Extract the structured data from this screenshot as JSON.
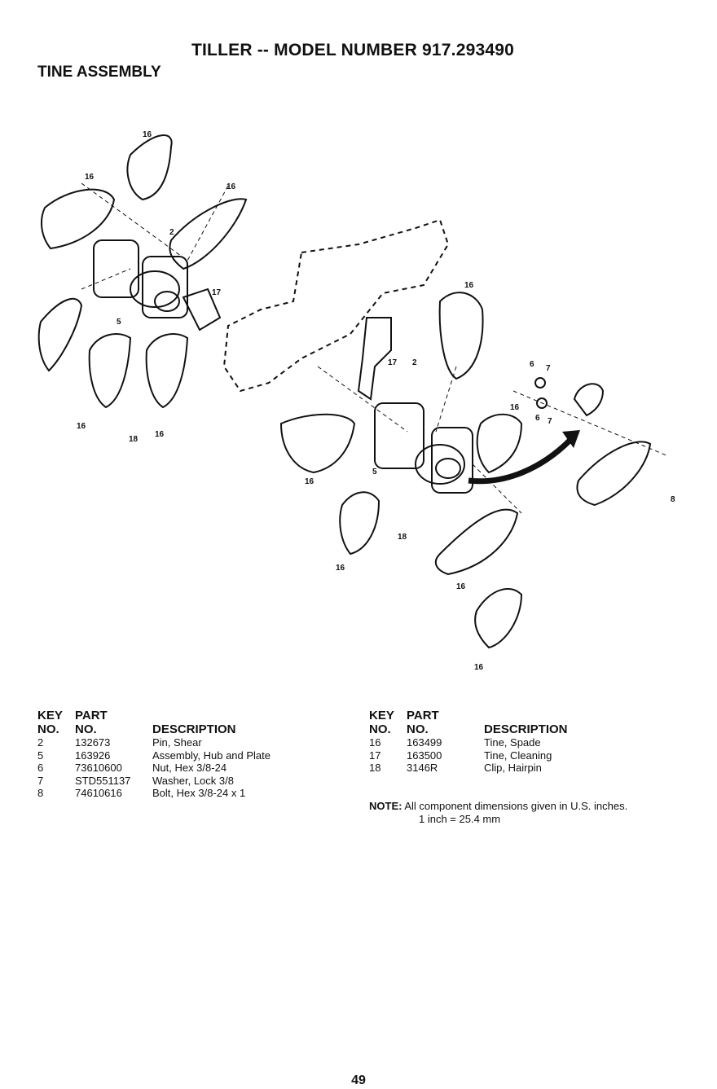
{
  "header": {
    "title": "TILLER -- MODEL NUMBER 917.293490",
    "subtitle": "TINE ASSEMBLY"
  },
  "diagram": {
    "callouts": [
      "16",
      "17",
      "2",
      "5",
      "18",
      "6",
      "7",
      "8"
    ]
  },
  "parts_table_left": {
    "headers": {
      "key_line1": "KEY",
      "key_line2": "NO.",
      "part_line1": "PART",
      "part_line2": "NO.",
      "description": "DESCRIPTION"
    },
    "rows": [
      {
        "key": "2",
        "part": "132673",
        "description": "Pin, Shear"
      },
      {
        "key": "5",
        "part": "163926",
        "description": "Assembly, Hub and Plate"
      },
      {
        "key": "6",
        "part": "73610600",
        "description": "Nut, Hex 3/8-24"
      },
      {
        "key": "7",
        "part": "STD551137",
        "description": "Washer, Lock 3/8"
      },
      {
        "key": "8",
        "part": "74610616",
        "description": "Bolt, Hex 3/8-24 x 1"
      }
    ]
  },
  "parts_table_right": {
    "headers": {
      "key_line1": "KEY",
      "key_line2": "NO.",
      "part_line1": "PART",
      "part_line2": "NO.",
      "description": "DESCRIPTION"
    },
    "rows": [
      {
        "key": "16",
        "part": "163499",
        "description": "Tine, Spade"
      },
      {
        "key": "17",
        "part": "163500",
        "description": "Tine, Cleaning"
      },
      {
        "key": "18",
        "part": "3146R",
        "description": "Clip, Hairpin"
      }
    ]
  },
  "note": {
    "label": "NOTE:",
    "text": "All component dimensions given in U.S. inches.",
    "conversion": "1 inch = 25.4 mm"
  },
  "footer": {
    "page_number": "49"
  }
}
